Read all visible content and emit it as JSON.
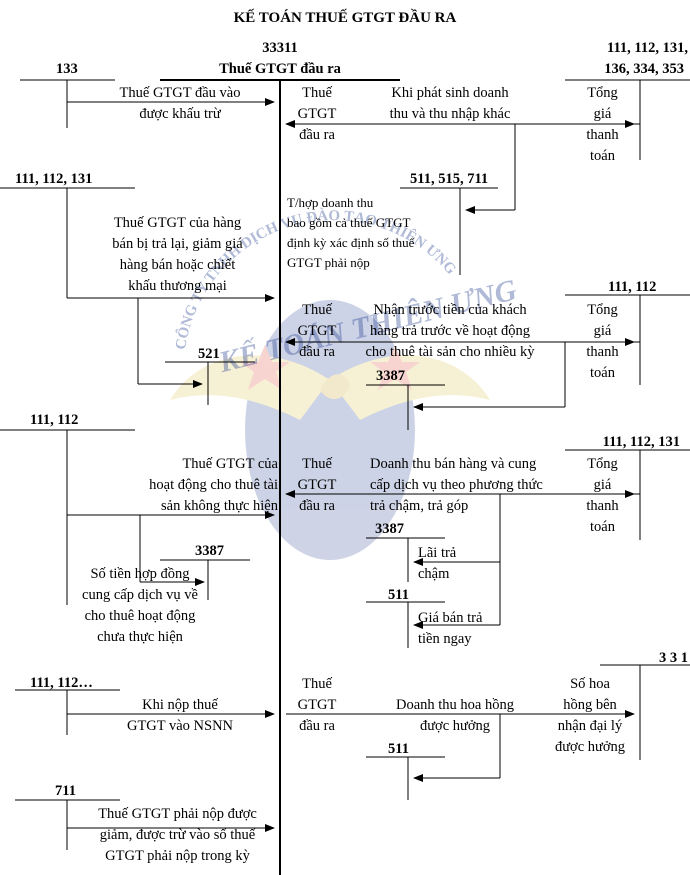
{
  "title": "KẾ TOÁN THUẾ GTGT ĐẦU RA",
  "main_account": {
    "code": "33311",
    "name": "Thuế GTGT đầu ra"
  },
  "accounts": {
    "a133": "133",
    "a111_112_131_top": "111, 112, 131,",
    "a136_334_353": "136, 334, 353",
    "a111_112_131_left": "111, 112, 131",
    "a511_515_711": "511, 515, 711",
    "a521": "521",
    "a111_112_right": "111, 112",
    "a3387_a": "3387",
    "a111_112_left": "111, 112",
    "a111_112_131_right": "111, 112, 131",
    "a3387_b": "3387",
    "a3387_c": "3387",
    "a511_a": "511",
    "a331": "3 3 1",
    "a111_112_dots": "111, 112…",
    "a511_b": "511",
    "a711": "711"
  },
  "labels": {
    "vat_deductible": "Thuế GTGT đầu vào\nđược khấu trừ",
    "output_vat": "Thuế\nGTGT\nđầu ra",
    "revenue_other": "Khi phát sinh doanh\nthu và thu nhập khác",
    "total_payment": "Tổng\ngiá\nthanh\ntoán",
    "vat_returns": "Thuế GTGT của hàng\nbán bị trả lại, giảm giá\nhàng bán hoặc chiết\nkhấu thương mại",
    "revenue_incl_vat": "T/hợp doanh thu\nbao gồm cả thuế GTGT\nđịnh kỳ xác định số thuế\nGTGT phải nộp",
    "prepaid_lease": "Nhận trước tiền của khách\nhàng trả trước về hoạt động\ncho thuê tài sản cho nhiều kỳ",
    "vat_lease_unearned": "Thuế GTGT của\nhoạt động cho thuê tài\nsản không thực hiện",
    "installment_sales": "Doanh thu bán hàng và cung\ncấp dịch vụ theo phương thức\ntrả chậm, trả góp",
    "deferred_interest": "Lãi trả\nchậm",
    "cash_price": "Giá bán trả\ntiền ngay",
    "unearned_lease": "Số tiền hợp đồng\ncung cấp dịch vụ về\ncho thuê hoạt động\nchưa thực hiện",
    "pay_vat": "Khi nộp thuế\nGTGT vào NSNN",
    "commission_revenue": "Doanh thu hoa hồng\nđược hưởng",
    "commission_agent": "Số hoa\nhồng bên\nnhận đại lý\nđược hưởng",
    "vat_reduced": "Thuế GTGT phải nộp được\ngiảm, được trừ vào số thuế\nGTGT phải nộp trong kỳ"
  },
  "watermark": {
    "company_text": "CÔNG TY TNHH DỊCH VỤ ĐÀO TẠO THIÊN ƯNG",
    "brand_text": "KẾ TOÁN THIÊN ƯNG",
    "primary_color": "#1f3c8f",
    "accent_color": "#e04030",
    "wing_color": "#d8c040"
  }
}
